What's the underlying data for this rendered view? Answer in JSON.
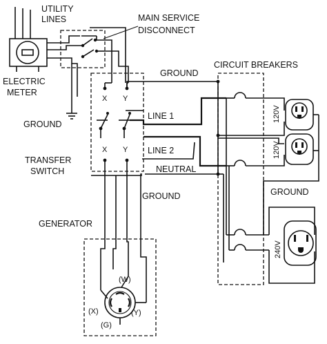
{
  "labels": {
    "utility_lines_1": "UTILITY",
    "utility_lines_2": "LINES",
    "main_service_1": "MAIN SERVICE",
    "main_service_2": "DISCONNECT",
    "electric_meter_1": "ELECTRIC",
    "electric_meter_2": "METER",
    "ground_left": "GROUND",
    "ground_top": "GROUND",
    "circuit_breakers": "CIRCUIT BREAKERS",
    "x_top": "X",
    "y_top": "Y",
    "line_1": "LINE 1",
    "line_2": "LINE 2",
    "neutral": "NEUTRAL",
    "x_bottom": "X",
    "y_bottom": "Y",
    "transfer_switch_1": "TRANSFER",
    "transfer_switch_2": "SWITCH",
    "ground_right": "GROUND",
    "ground_mid": "GROUND",
    "generator": "GENERATOR",
    "volt_120_a": "120V",
    "volt_120_b": "120V",
    "volt_240": "240V",
    "gen_w": "(W)",
    "gen_x": "(X)",
    "gen_y": "(Y)",
    "gen_g": "(G)"
  }
}
